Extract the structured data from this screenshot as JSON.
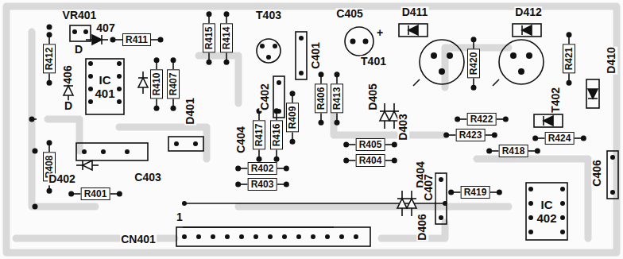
{
  "diagram": {
    "labels": [
      "VR401",
      "R411",
      "D",
      "407",
      "R412",
      "IC 401",
      "406",
      "D",
      "R410",
      "R407",
      "R415",
      "R414",
      "T403",
      "C405",
      "+",
      "D411",
      "D412",
      "C401",
      "T401",
      "R420",
      "R421",
      "D410",
      "D401",
      "C402",
      "R406",
      "R413",
      "T402",
      "C404",
      "R417",
      "R416",
      "R409",
      "D405",
      "D403",
      "R422",
      "R423",
      "R424",
      "R418",
      "R405",
      "R404",
      "R408",
      "D402",
      "R402",
      "R403",
      "R401",
      "C403",
      "D404",
      "C407",
      "R419",
      "IC 402",
      "C406",
      "1",
      "CN401",
      "D406"
    ]
  }
}
